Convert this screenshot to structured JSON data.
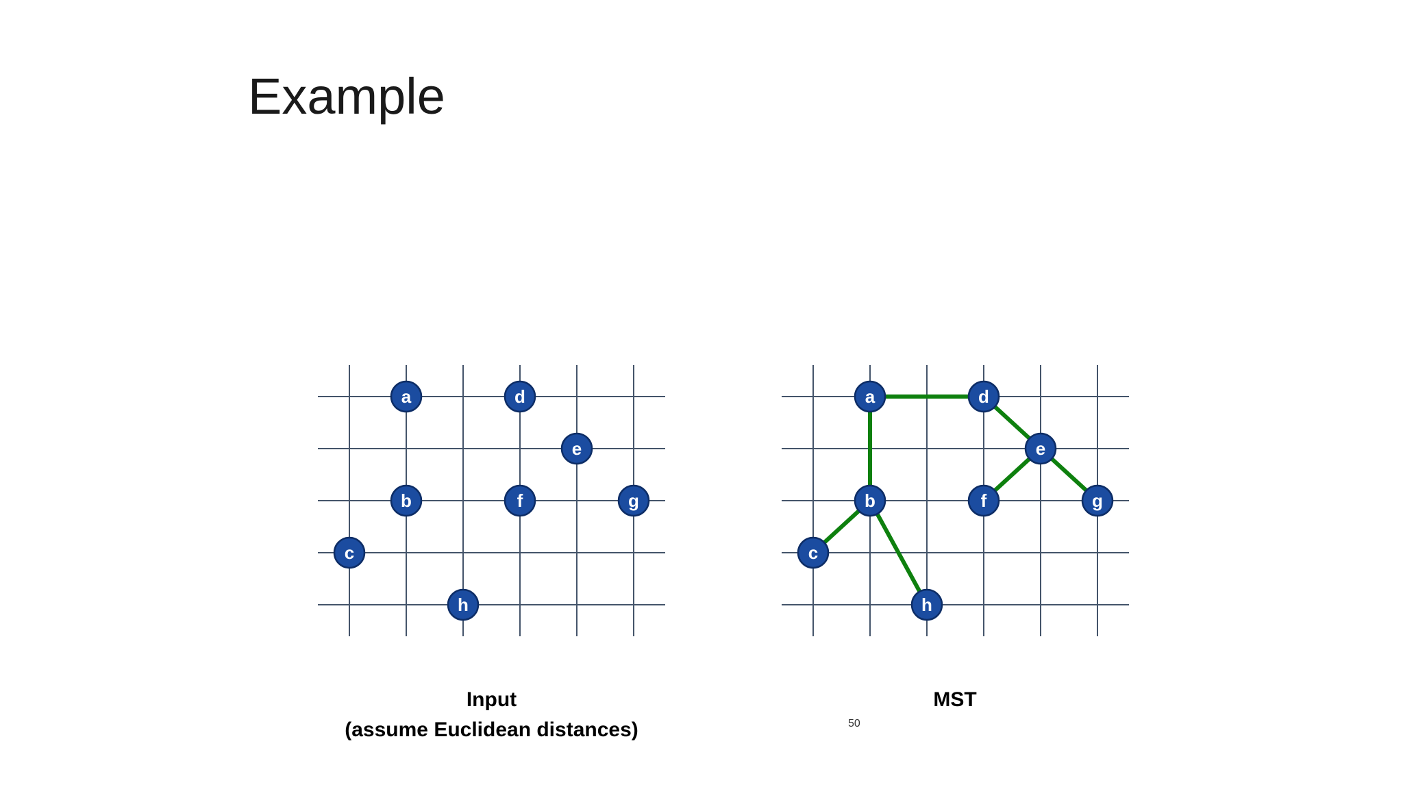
{
  "slide": {
    "title": "Example",
    "page_number": "50",
    "captions": {
      "input_line1": "Input",
      "input_line2": "(assume Euclidean distances)",
      "mst": "MST"
    }
  },
  "colors": {
    "node_fill": "#1b4ca0",
    "node_stroke": "#0d2d66",
    "node_label": "#ffffff",
    "grid_line": "#44546a",
    "mst_edge": "#0e800e"
  },
  "graphs": [
    {
      "id": "input",
      "grid_cols": 6,
      "grid_rows": 5,
      "nodes": [
        {
          "id": "a",
          "col": 2,
          "row": 1
        },
        {
          "id": "d",
          "col": 4,
          "row": 1
        },
        {
          "id": "e",
          "col": 5,
          "row": 2
        },
        {
          "id": "b",
          "col": 2,
          "row": 3
        },
        {
          "id": "f",
          "col": 4,
          "row": 3
        },
        {
          "id": "g",
          "col": 6,
          "row": 3
        },
        {
          "id": "c",
          "col": 1,
          "row": 4
        },
        {
          "id": "h",
          "col": 3,
          "row": 5
        }
      ],
      "edges": []
    },
    {
      "id": "mst",
      "grid_cols": 6,
      "grid_rows": 5,
      "nodes": [
        {
          "id": "a",
          "col": 2,
          "row": 1
        },
        {
          "id": "d",
          "col": 4,
          "row": 1
        },
        {
          "id": "e",
          "col": 5,
          "row": 2
        },
        {
          "id": "b",
          "col": 2,
          "row": 3
        },
        {
          "id": "f",
          "col": 4,
          "row": 3
        },
        {
          "id": "g",
          "col": 6,
          "row": 3
        },
        {
          "id": "c",
          "col": 1,
          "row": 4
        },
        {
          "id": "h",
          "col": 3,
          "row": 5
        }
      ],
      "edges": [
        [
          "a",
          "d"
        ],
        [
          "a",
          "b"
        ],
        [
          "d",
          "e"
        ],
        [
          "e",
          "f"
        ],
        [
          "e",
          "g"
        ],
        [
          "b",
          "c"
        ],
        [
          "b",
          "h"
        ]
      ]
    }
  ]
}
